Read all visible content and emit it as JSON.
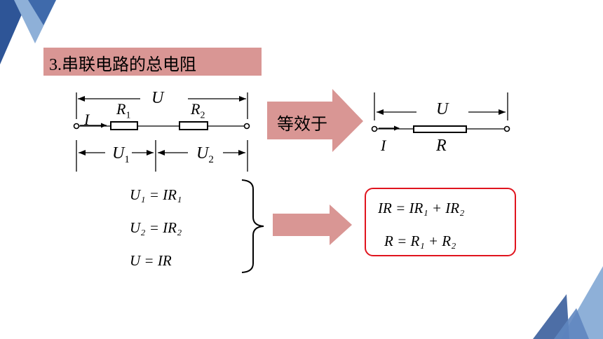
{
  "title": "3.串联电路的总电阻",
  "equivalent_label": "等效于",
  "left_circuit": {
    "total_voltage": "U",
    "current": "I",
    "r1": "R",
    "r1_sub": "1",
    "r2": "R",
    "r2_sub": "2",
    "u1": "U",
    "u1_sub": "1",
    "u2": "U",
    "u2_sub": "2"
  },
  "right_circuit": {
    "voltage": "U",
    "current": "I",
    "resistor": "R"
  },
  "equations": [
    "U₁ = IR₁",
    "U₂ = IR₂",
    "U  = IR"
  ],
  "result": [
    "IR  = IR₁ + IR₂",
    "R  = R₁ + R₂"
  ],
  "colors": {
    "accent_pink": "#d99694",
    "box_red": "#e0141e",
    "deco_dark_blue": "#2e5597",
    "deco_light_blue": "#8eb0d8"
  }
}
